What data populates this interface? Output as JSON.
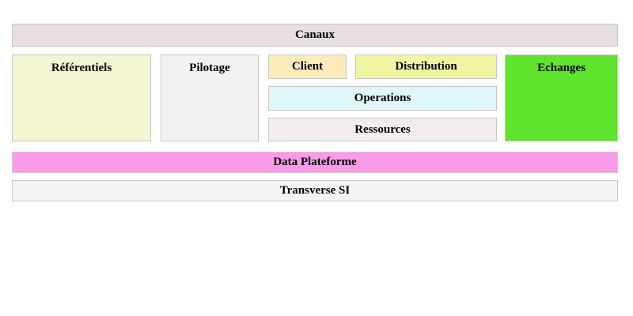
{
  "diagram": {
    "blocks": {
      "canaux": {
        "label": "Canaux",
        "color": "#e8dfe0"
      },
      "referentiels": {
        "label": "Référentiels",
        "color": "#f4f6d1"
      },
      "pilotage": {
        "label": "Pilotage",
        "color": "#f2f2f2"
      },
      "client": {
        "label": "Client",
        "color": "#fbecba"
      },
      "distribution": {
        "label": "Distribution",
        "color": "#f1f5a2"
      },
      "operations": {
        "label": "Operations",
        "color": "#dff7f8"
      },
      "ressources": {
        "label": "Ressources",
        "color": "#f2edec"
      },
      "echanges": {
        "label": "Echanges",
        "color": "#61e42e"
      },
      "data_plateforme": {
        "label": "Data Plateforme",
        "color": "#fa9be9"
      },
      "transverse_si": {
        "label": "Transverse SI",
        "color": "#f4f4f4"
      }
    },
    "border_color": "#c9c6c6",
    "text_color": "#000000",
    "background_color": "#ffffff"
  }
}
